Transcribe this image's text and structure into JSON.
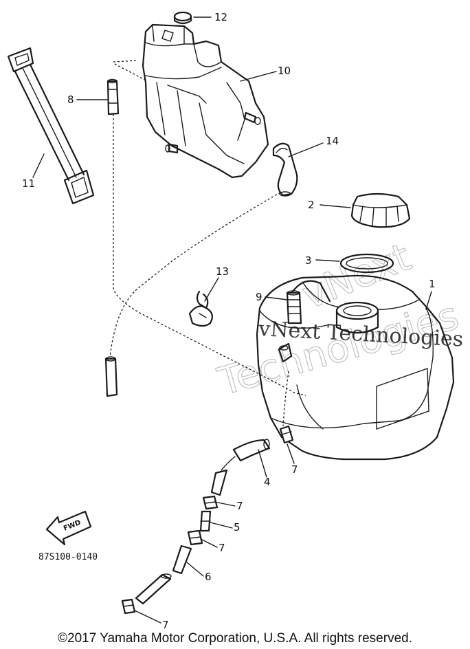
{
  "callouts": {
    "c1": "1",
    "c2": "2",
    "c3": "3",
    "c4": "4",
    "c5": "5",
    "c6": "6",
    "c7a": "7",
    "c7b": "7",
    "c7c": "7",
    "c7d": "7",
    "c8": "8",
    "c9": "9",
    "c10": "10",
    "c11": "11",
    "c12": "12",
    "c13": "13",
    "c14": "14"
  },
  "diagram_code": "87S100-0140",
  "fwd_label": "FWD",
  "watermark": {
    "line1": "vNext Technologies",
    "line2": "vNext",
    "line3": "Technologies"
  },
  "copyright": "©2017 Yamaha Motor Corporation, U.S.A. All rights reserved."
}
